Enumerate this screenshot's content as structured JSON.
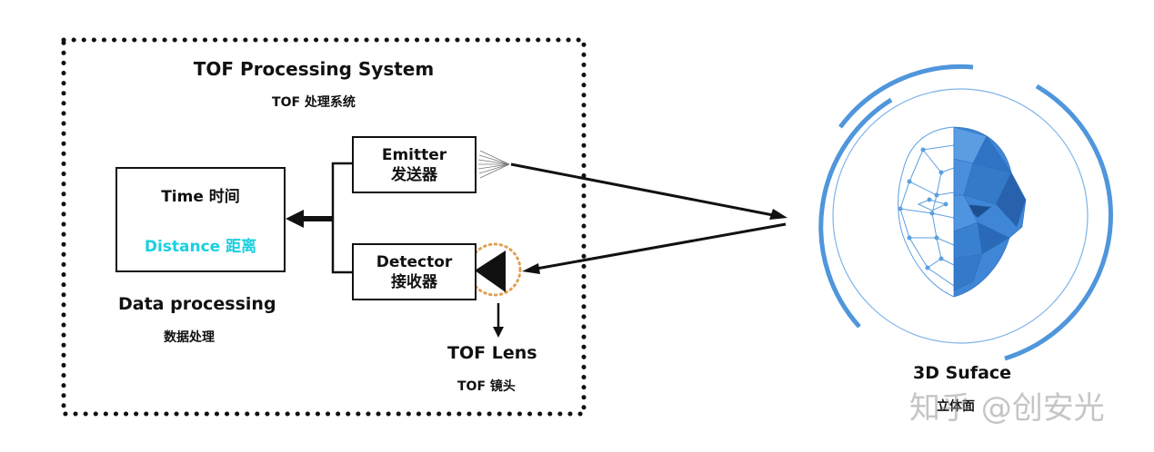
{
  "system": {
    "title": "TOF Processing System",
    "subtitle": "TOF 处理系统"
  },
  "data_box": {
    "time_label": "Time 时间",
    "distance_label": "Distance 距离",
    "caption": "Data processing",
    "caption_cn": "数据处理"
  },
  "emitter": {
    "label": "Emitter",
    "label_cn": "发送器"
  },
  "detector": {
    "label": "Detector",
    "label_cn": "接收器"
  },
  "lens": {
    "label": "TOF Lens",
    "label_cn": "TOF 镜头"
  },
  "surface": {
    "label": "3D Suface",
    "label_cn": "立体面"
  },
  "watermark": "知乎 @创安光",
  "colors": {
    "distance": "#1ccfe0",
    "face_blue": "#3a7fd0",
    "ring_blue": "#5b9fe0",
    "lens_ring": "#e0a050"
  }
}
